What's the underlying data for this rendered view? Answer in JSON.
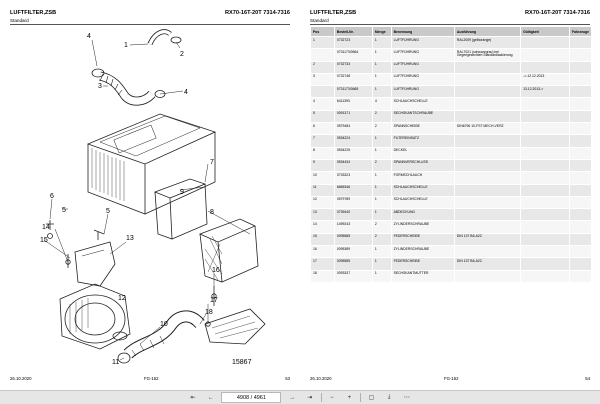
{
  "left_page": {
    "title": "LUFTFILTER,ZSB",
    "subtitle": "Standard",
    "model": "RX70-16T-20T 7314-7316",
    "diagram_number": "15867",
    "callouts": [
      "1",
      "2",
      "3",
      "4",
      "4",
      "5",
      "6",
      "7",
      "8",
      "9",
      "10",
      "11",
      "12",
      "13",
      "14",
      "15",
      "16",
      "17",
      "18"
    ],
    "footer": {
      "date": "26.10.2020",
      "code": "FG-152",
      "page": "53"
    }
  },
  "right_page": {
    "title": "LUFTFILTER,ZSB",
    "subtitle": "Standard",
    "model": "RX70-16T-20T 7314-7316",
    "columns": [
      "Pos",
      "Bestell-Nr.",
      "Menge",
      "Benennung",
      "Ausführung",
      "Gültigkeit",
      "Fahrzeuge"
    ],
    "rows": [
      [
        "1",
        "0732723",
        "1",
        "LUFTFÜHRUNG",
        "RAL2009 (gelborange)",
        "",
        ""
      ],
      [
        "",
        "0731173/0664",
        "1",
        "LUFTFÜHRUNG",
        "RAL7021 (schwarzgrau) bei Gegengewichten Standardlackierung",
        "",
        ""
      ],
      [
        "2",
        "0732733",
        "1",
        "LUFTFÜHRUNG",
        "",
        "",
        ""
      ],
      [
        "3",
        "0732748",
        "1",
        "LUFTFÜHRUNG",
        "",
        "->-12.12.2013",
        ""
      ],
      [
        "",
        "0731173/0665",
        "1",
        "LUFTFÜHRUNG",
        "",
        "13.12.2013->",
        ""
      ],
      [
        "4",
        "6411393",
        "4",
        "SCHLAUCHSCHELLE",
        "",
        "",
        ""
      ],
      [
        "5",
        "0091371",
        "2",
        "SECHSKANTSCHRAUBE",
        "",
        "",
        ""
      ],
      [
        "6",
        "0579484",
        "2",
        "SPANNSCHEIBE",
        "DIN6796 10-FST MECH-VERZ",
        "",
        ""
      ],
      [
        "7",
        "0534224",
        "1",
        "FILTEREINSATZ",
        "",
        "",
        ""
      ],
      [
        "8",
        "0534225",
        "1",
        "DECKEL",
        "",
        "",
        ""
      ],
      [
        "9",
        "0534434",
        "2",
        "SPANNVERSCHLUSS",
        "",
        "",
        ""
      ],
      [
        "10",
        "0733323",
        "1",
        "FORMSCHLAUCH",
        "",
        "",
        ""
      ],
      [
        "11",
        "6665346",
        "1",
        "SCHLAUCHSCHELLE",
        "",
        "",
        ""
      ],
      [
        "12",
        "0579789",
        "1",
        "SCHLAUCHSCHELLE",
        "",
        "",
        ""
      ],
      [
        "13",
        "0739440",
        "1",
        "ABDECKUNG",
        "",
        "",
        ""
      ],
      [
        "14",
        "1499243",
        "2",
        "ZYLINDERSCHRAUBE",
        "",
        "",
        ""
      ],
      [
        "15",
        "0095585",
        "2",
        "FEDERSCHEIBE",
        "DIN 137 B6-A2C",
        "",
        ""
      ],
      [
        "16",
        "0095389",
        "1",
        "ZYLINDERSCHRAUBE",
        "",
        "",
        ""
      ],
      [
        "17",
        "0095585",
        "1",
        "FEDERSCHEIBE",
        "DIN 137 B6-A2C",
        "",
        ""
      ],
      [
        "18",
        "0093337",
        "1",
        "SECHSKANTMUTTER",
        "",
        "",
        ""
      ]
    ],
    "footer": {
      "date": "26.10.2020",
      "code": "FG-152",
      "page": "54"
    }
  },
  "pager": {
    "indicator": "4908 / 4961"
  }
}
